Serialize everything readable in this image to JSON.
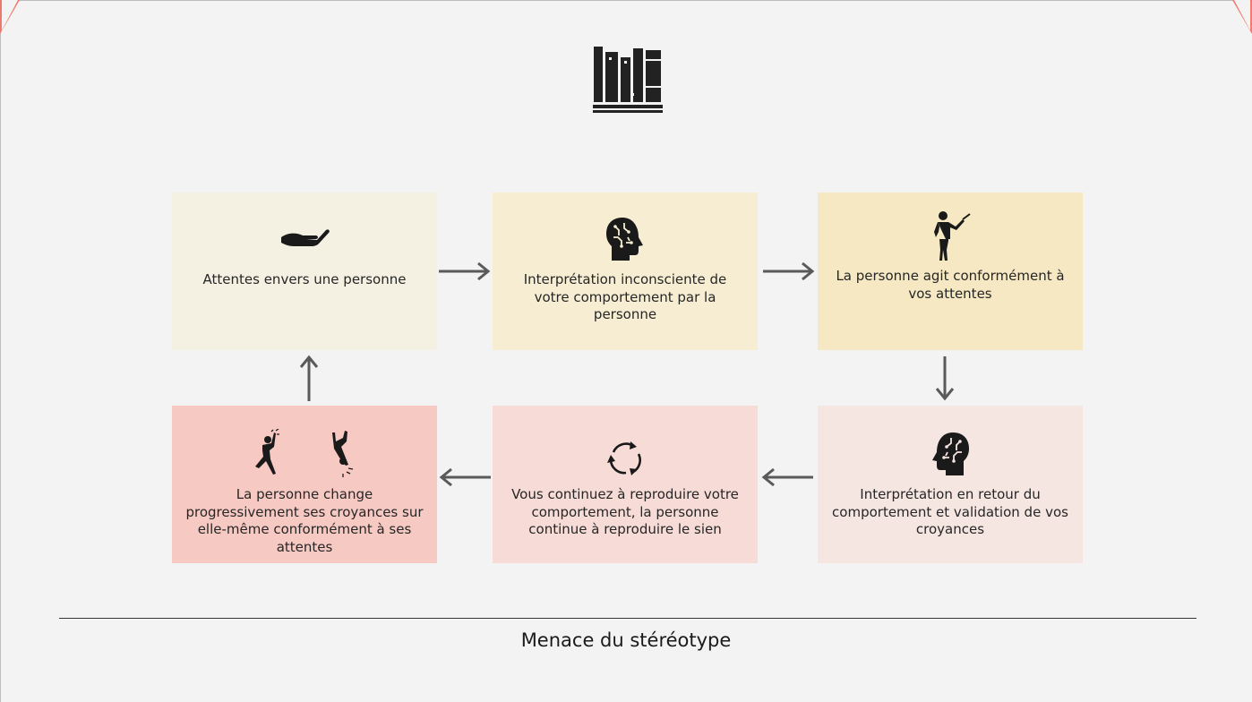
{
  "diagram": {
    "caption": "Menace du stéréotype",
    "steps": [
      {
        "label": "Attentes envers une personne",
        "icon": "hand-icon"
      },
      {
        "label": "Interprétation inconsciente de votre comportement par la personne",
        "icon": "brain-head-icon"
      },
      {
        "label": "La personne agit conformément à vos attentes",
        "icon": "figure-pointing-icon"
      },
      {
        "label": "Interprétation en retour du comportement et validation de vos croyances",
        "icon": "brain-head-icon"
      },
      {
        "label": "Vous continuez à reproduire votre comportement, la personne continue à reproduire le sien",
        "icon": "cycle-arrows-icon"
      },
      {
        "label": "La personne change progressivement ses croyances sur elle-même conformément à ses attentes",
        "icon": "rising-falling-figures-icon"
      }
    ],
    "logo": "books-icon",
    "colors": {
      "box1": "#f4f1e3",
      "box2": "#f6edd2",
      "box3": "#f5e8c3",
      "box4": "#f5e6e2",
      "box5": "#f6dbd6",
      "box6": "#f7c9c3",
      "accent": "#f07060",
      "arrow": "#5a5a5a"
    }
  }
}
